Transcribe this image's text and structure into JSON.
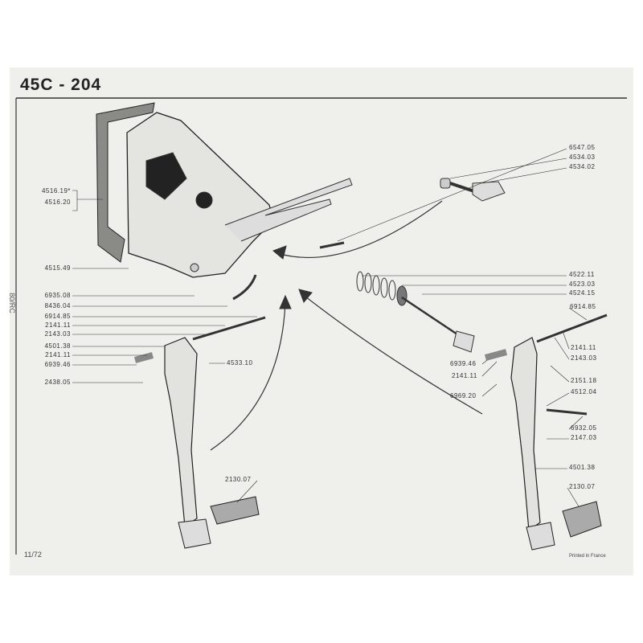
{
  "header": {
    "title": "45C  - 204"
  },
  "side_note": "80/RC",
  "footer": {
    "date": "11/72",
    "printed": "Printed in France"
  },
  "labels": {
    "l1": "4516.19*",
    "l2": "4516.20",
    "l3": "4515.49",
    "l4": "6935.08",
    "l5": "8436.04",
    "l6": "6914.85",
    "l7": "2141.11",
    "l8": "2143.03",
    "l9": "4501.38",
    "l10": "2141.11",
    "l11": "6939.46",
    "l12": "2438.05",
    "m1": "4533.10",
    "m2": "2130.07",
    "r1": "6547.05",
    "r2": "4534.03",
    "r3": "4534.02",
    "r4": "4522.11",
    "r5": "4523.03",
    "r6": "4524.15",
    "r7": "6914.85",
    "r8": "2141.11",
    "r9": "2143.03",
    "r10": "2151.18",
    "r11": "4512.04",
    "r12": "6932.05",
    "r13": "2147.03",
    "r14": "4501.38",
    "r15": "2130.07",
    "c1": "6939.46",
    "c2": "2141.11",
    "c3": "6969.20"
  }
}
